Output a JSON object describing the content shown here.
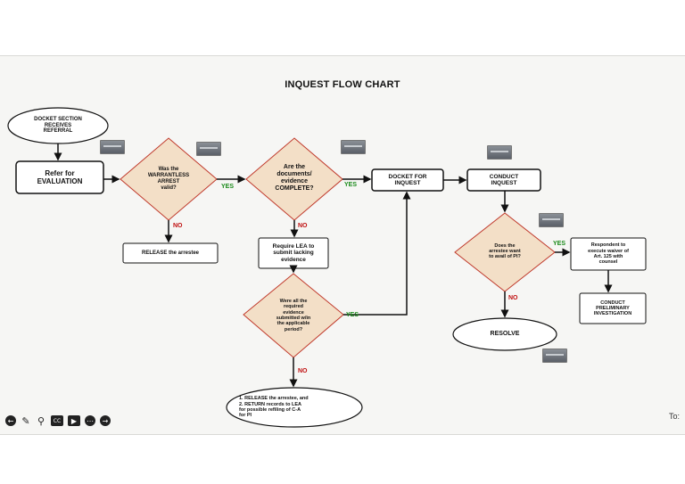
{
  "title": "INQUEST FLOW CHART",
  "nodes": {
    "docket_section": "DOCKET SECTION\nRECEIVES\nREFERRAL",
    "refer": "Refer for\nEVALUATION",
    "warrantless": "Was the\nWARRANTLESS\nARREST\nvalid?",
    "release1": "RELEASE the arrestee",
    "documents": "Are the\ndocuments/\nevidence\nCOMPLETE?",
    "require_lea": "Require LEA to\nsubmit lacking\nevidence",
    "submitted": "Were all the\nrequired\nevidence\nsubmitted w/in\nthe applicable\nperiod?",
    "release_return": "1.  RELEASE the arrestee, and\n2.  RETURN records to LEA\n     for possible refiling of C-A\n     for PI",
    "docket_inquest": "DOCKET FOR\nINQUEST",
    "conduct_inquest": "CONDUCT\nINQUEST",
    "avail_pi": "Does the\narrestee want\nto avail of PI?",
    "waiver": "Respondent to\nexecute waiver of\nArt. 125 with\ncounsel",
    "conduct_pi": "CONDUCT\nPRELIMINARY\nINVESTIGATION",
    "resolve": "RESOLVE"
  },
  "edges": {
    "yes": "YES",
    "no": "NO"
  },
  "corner_text": "To:",
  "toolbar_icons": [
    "back-icon",
    "pen-icon",
    "search-icon",
    "captions-icon",
    "video-icon",
    "more-icon",
    "forward-icon"
  ],
  "colors": {
    "diamond_fill": "#f3dfc7",
    "diamond_stroke": "#c0392b",
    "yes": "#1a8a1a",
    "no": "#c01010"
  }
}
